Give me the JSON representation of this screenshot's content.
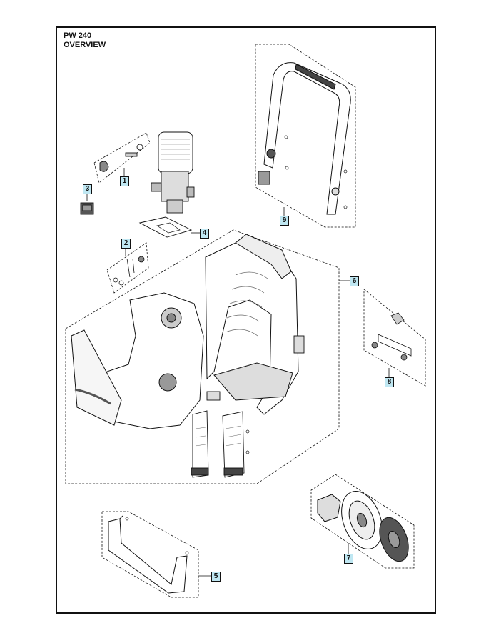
{
  "header": {
    "model": "PW 240",
    "view": "OVERVIEW"
  },
  "callouts": [
    {
      "id": "1",
      "label": "1"
    },
    {
      "id": "2",
      "label": "2"
    },
    {
      "id": "3",
      "label": "3"
    },
    {
      "id": "4",
      "label": "4"
    },
    {
      "id": "5",
      "label": "5"
    },
    {
      "id": "6",
      "label": "6"
    },
    {
      "id": "7",
      "label": "7"
    },
    {
      "id": "8",
      "label": "8"
    },
    {
      "id": "9",
      "label": "9"
    }
  ],
  "colors": {
    "callout_fill": "#bfe7f2",
    "line": "#111111",
    "part_fill": "#ffffff",
    "part_shade": "#9a9a9a",
    "dark_part": "#333333"
  }
}
